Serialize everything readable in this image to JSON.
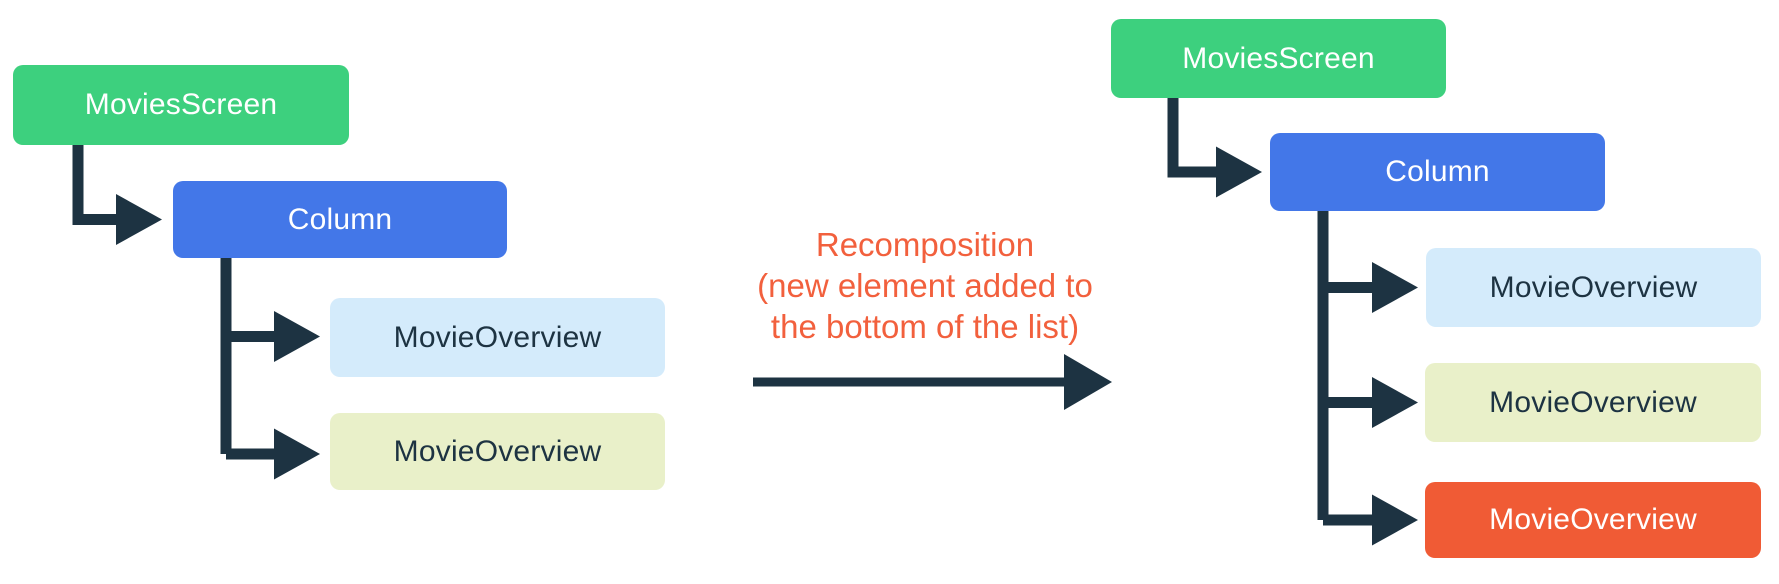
{
  "figure": {
    "annotation": {
      "lines": [
        "Recomposition",
        "(new element added to",
        "the bottom of the list)"
      ]
    },
    "left_tree": {
      "root": {
        "label": "MoviesScreen"
      },
      "column": {
        "label": "Column"
      },
      "children": [
        {
          "label": "MovieOverview",
          "variant": "light-blue"
        },
        {
          "label": "MovieOverview",
          "variant": "light-yellow"
        }
      ]
    },
    "right_tree": {
      "root": {
        "label": "MoviesScreen"
      },
      "column": {
        "label": "Column"
      },
      "children": [
        {
          "label": "MovieOverview",
          "variant": "light-blue"
        },
        {
          "label": "MovieOverview",
          "variant": "light-yellow"
        },
        {
          "label": "MovieOverview",
          "variant": "orange"
        }
      ]
    },
    "colors": {
      "green": "#3DD07E",
      "blue": "#4377E8",
      "light_blue": "#D4EBFB",
      "light_yellow": "#E9F0C9",
      "orange": "#F05B35",
      "annotation_orange": "#F2603D",
      "connector_dark": "#1D3342",
      "background": "#FFFFFF"
    }
  }
}
